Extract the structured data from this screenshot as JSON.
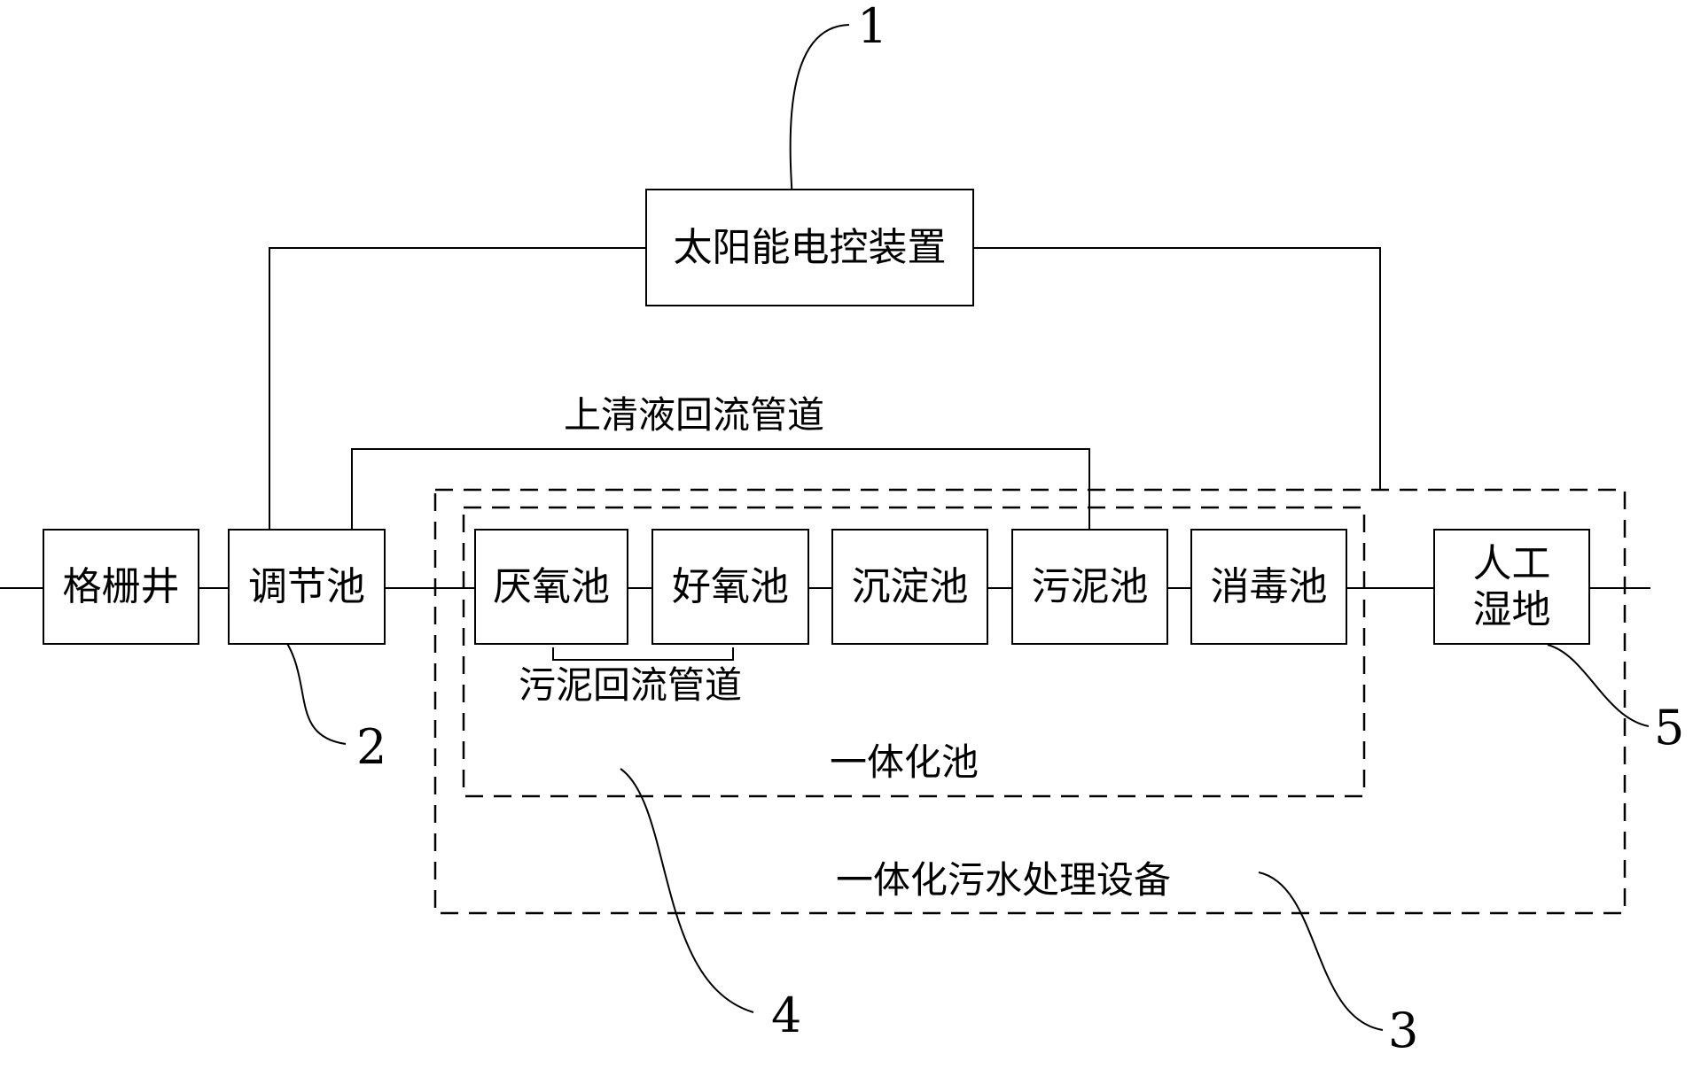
{
  "diagram": {
    "nodes": {
      "solar": "太阳能电控装置",
      "grille": "格栅井",
      "regulating": "调节池",
      "anaerobic": "厌氧池",
      "aerobic": "好氧池",
      "settling": "沉淀池",
      "sludge": "污泥池",
      "disinfection": "消毒池",
      "wetland": "人工\n湿地"
    },
    "labels": {
      "supernatant_pipe": "上清液回流管道",
      "sludge_pipe": "污泥回流管道",
      "integrated_tank": "一体化池",
      "integrated_equipment": "一体化污水处理设备"
    },
    "callouts": {
      "solar": "1",
      "regulating": "2",
      "equipment": "3",
      "tank": "4",
      "wetland": "5"
    }
  }
}
